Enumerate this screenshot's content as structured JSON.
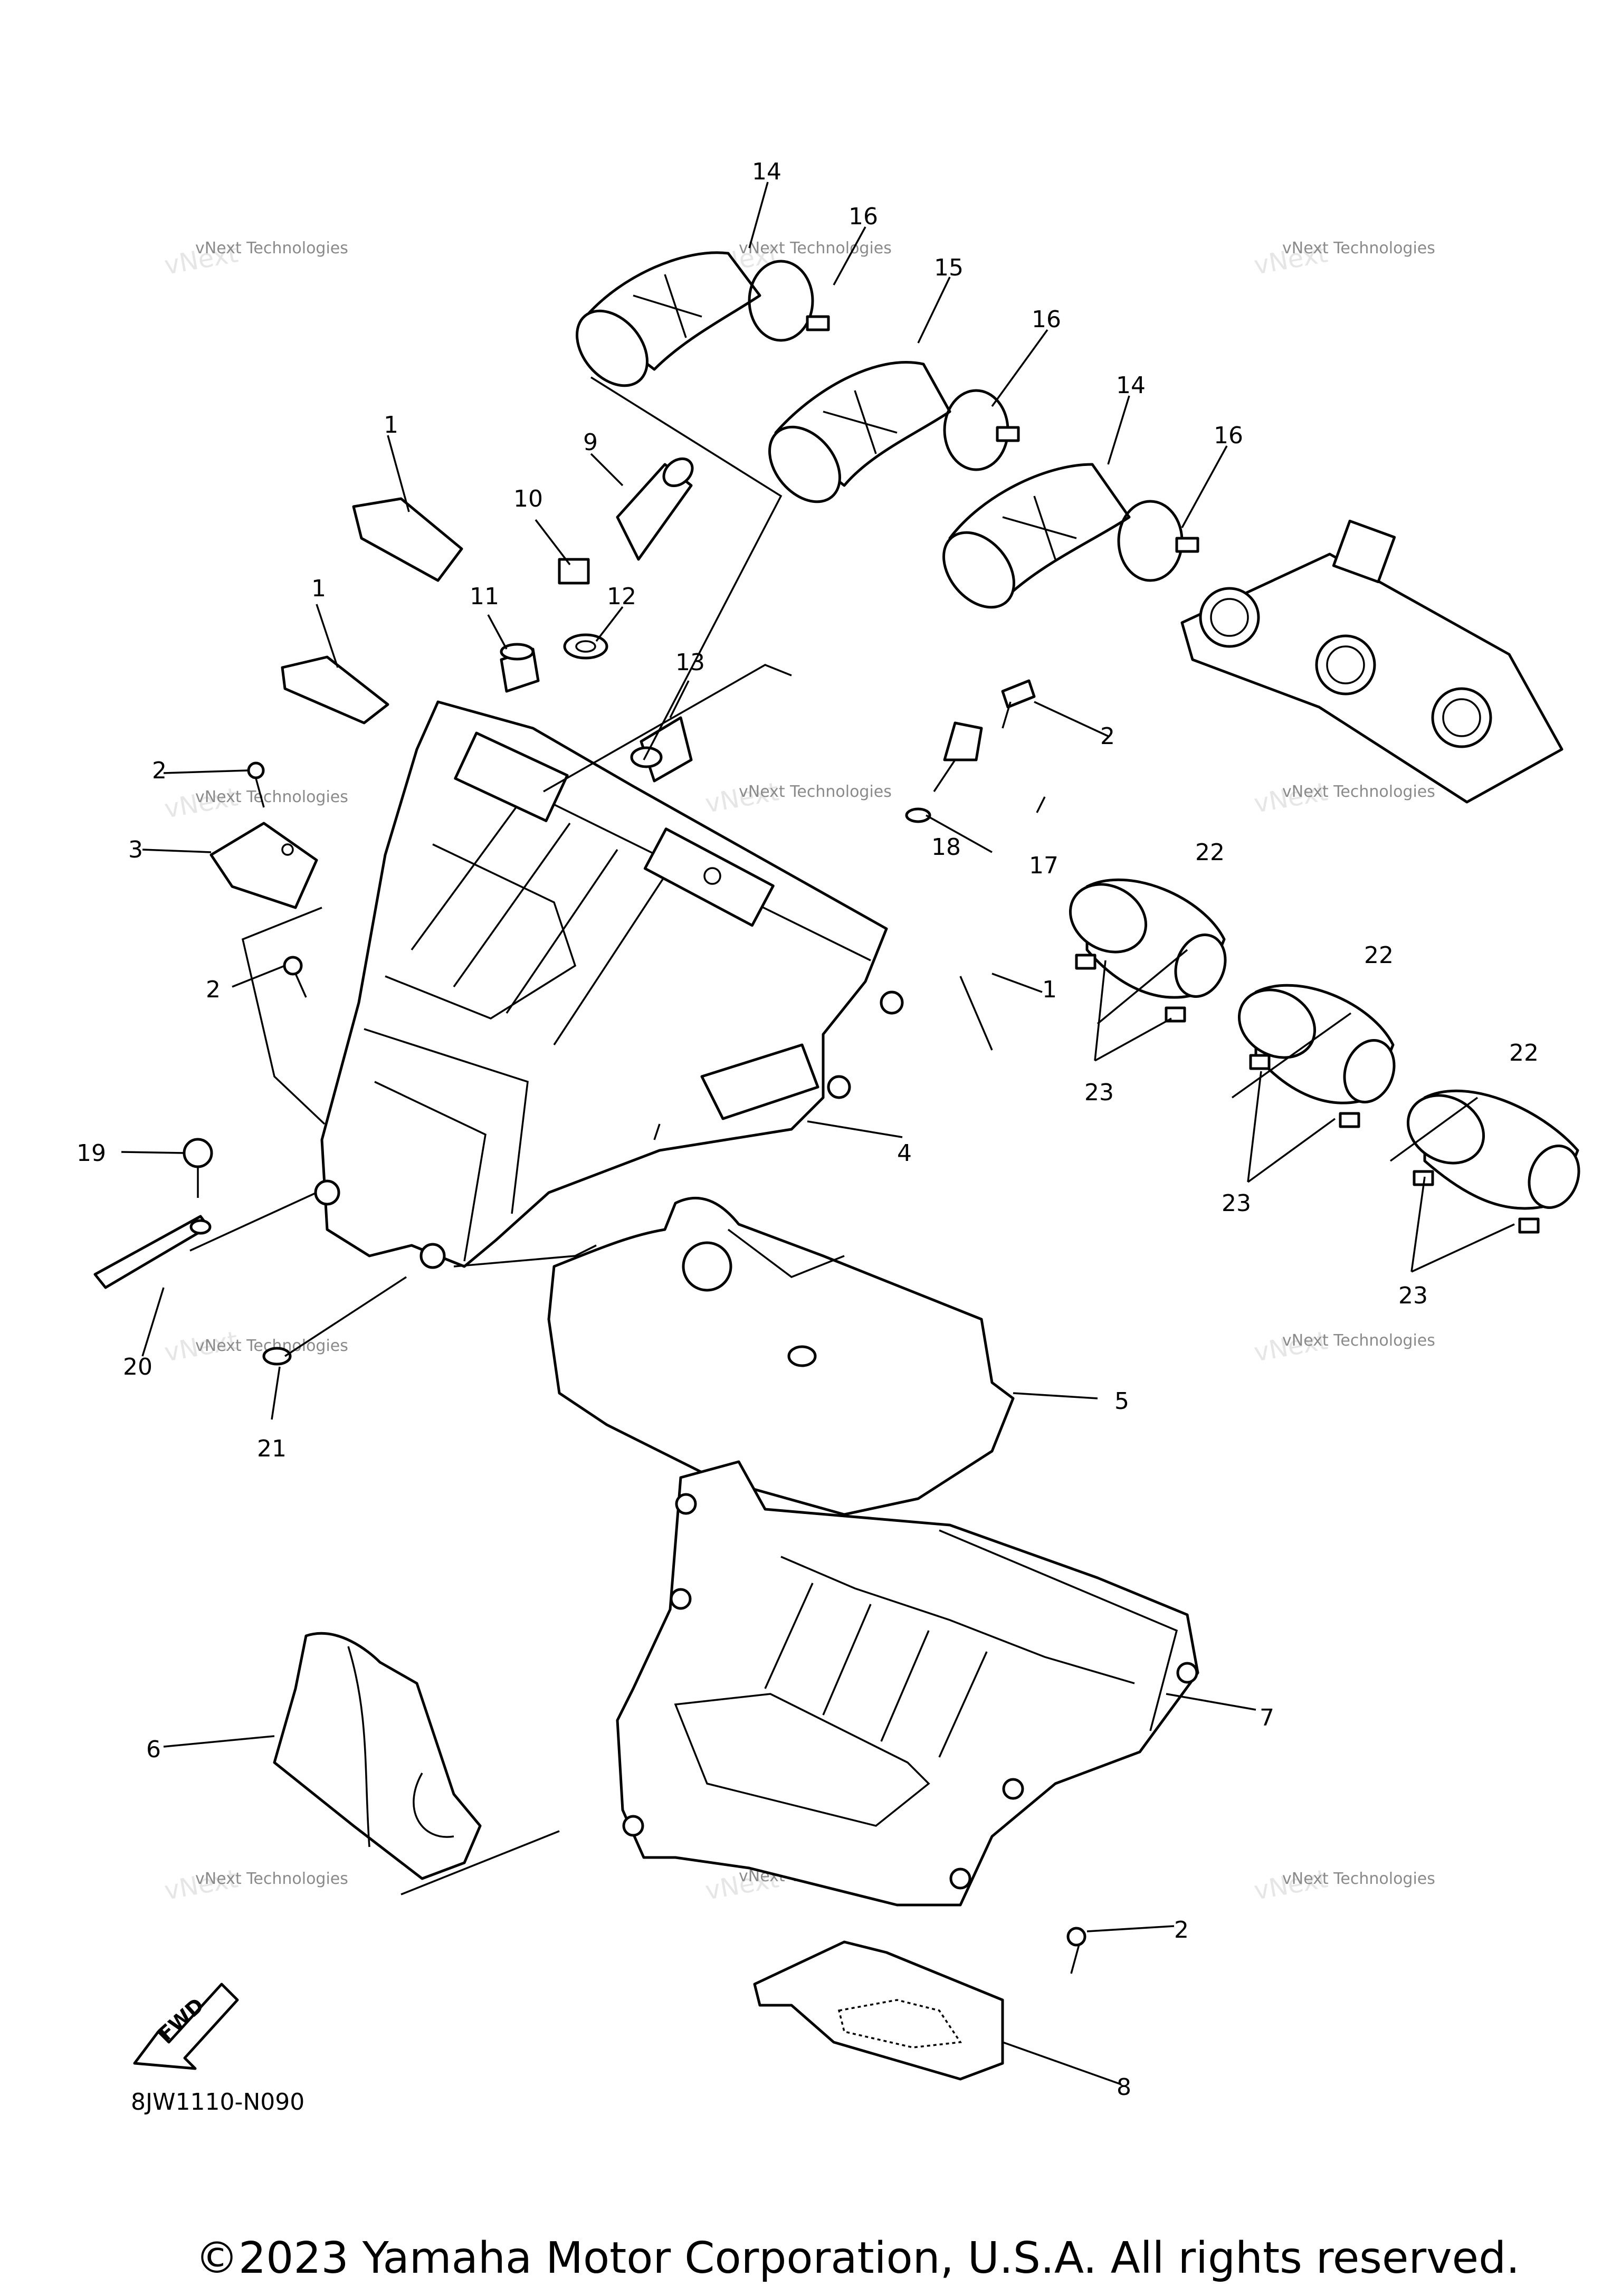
{
  "diagram": {
    "callouts": [
      {
        "id": "c14a",
        "text": "14"
      },
      {
        "id": "c16a",
        "text": "16"
      },
      {
        "id": "c15",
        "text": "15"
      },
      {
        "id": "c16b",
        "text": "16"
      },
      {
        "id": "c14b",
        "text": "14"
      },
      {
        "id": "c16c",
        "text": "16"
      },
      {
        "id": "c1a",
        "text": "1"
      },
      {
        "id": "c9",
        "text": "9"
      },
      {
        "id": "c10",
        "text": "10"
      },
      {
        "id": "c11",
        "text": "11"
      },
      {
        "id": "c12",
        "text": "12"
      },
      {
        "id": "c1b",
        "text": "1"
      },
      {
        "id": "c13",
        "text": "13"
      },
      {
        "id": "c2a",
        "text": "2"
      },
      {
        "id": "c2b",
        "text": "2"
      },
      {
        "id": "c3",
        "text": "3"
      },
      {
        "id": "c18",
        "text": "18"
      },
      {
        "id": "c17",
        "text": "17"
      },
      {
        "id": "c22a",
        "text": "22"
      },
      {
        "id": "c2c",
        "text": "2"
      },
      {
        "id": "c1c",
        "text": "1"
      },
      {
        "id": "c22b",
        "text": "22"
      },
      {
        "id": "c23a",
        "text": "23"
      },
      {
        "id": "c22c",
        "text": "22"
      },
      {
        "id": "c4",
        "text": "4"
      },
      {
        "id": "c19",
        "text": "19"
      },
      {
        "id": "c23b",
        "text": "23"
      },
      {
        "id": "c20",
        "text": "20"
      },
      {
        "id": "c23c",
        "text": "23"
      },
      {
        "id": "c5",
        "text": "5"
      },
      {
        "id": "c21",
        "text": "21"
      },
      {
        "id": "c7",
        "text": "7"
      },
      {
        "id": "c6",
        "text": "6"
      },
      {
        "id": "c2d",
        "text": "2"
      },
      {
        "id": "c8",
        "text": "8"
      }
    ],
    "fwd_label": "FWD",
    "watermark_line1": "vNext Technologies",
    "watermark_line2": "vNext Technologies",
    "diagram_code": "8JW1110-N090"
  },
  "footer": {
    "copyright": "©2023 Yamaha Motor Corporation, U.S.A. All rights reserved."
  }
}
